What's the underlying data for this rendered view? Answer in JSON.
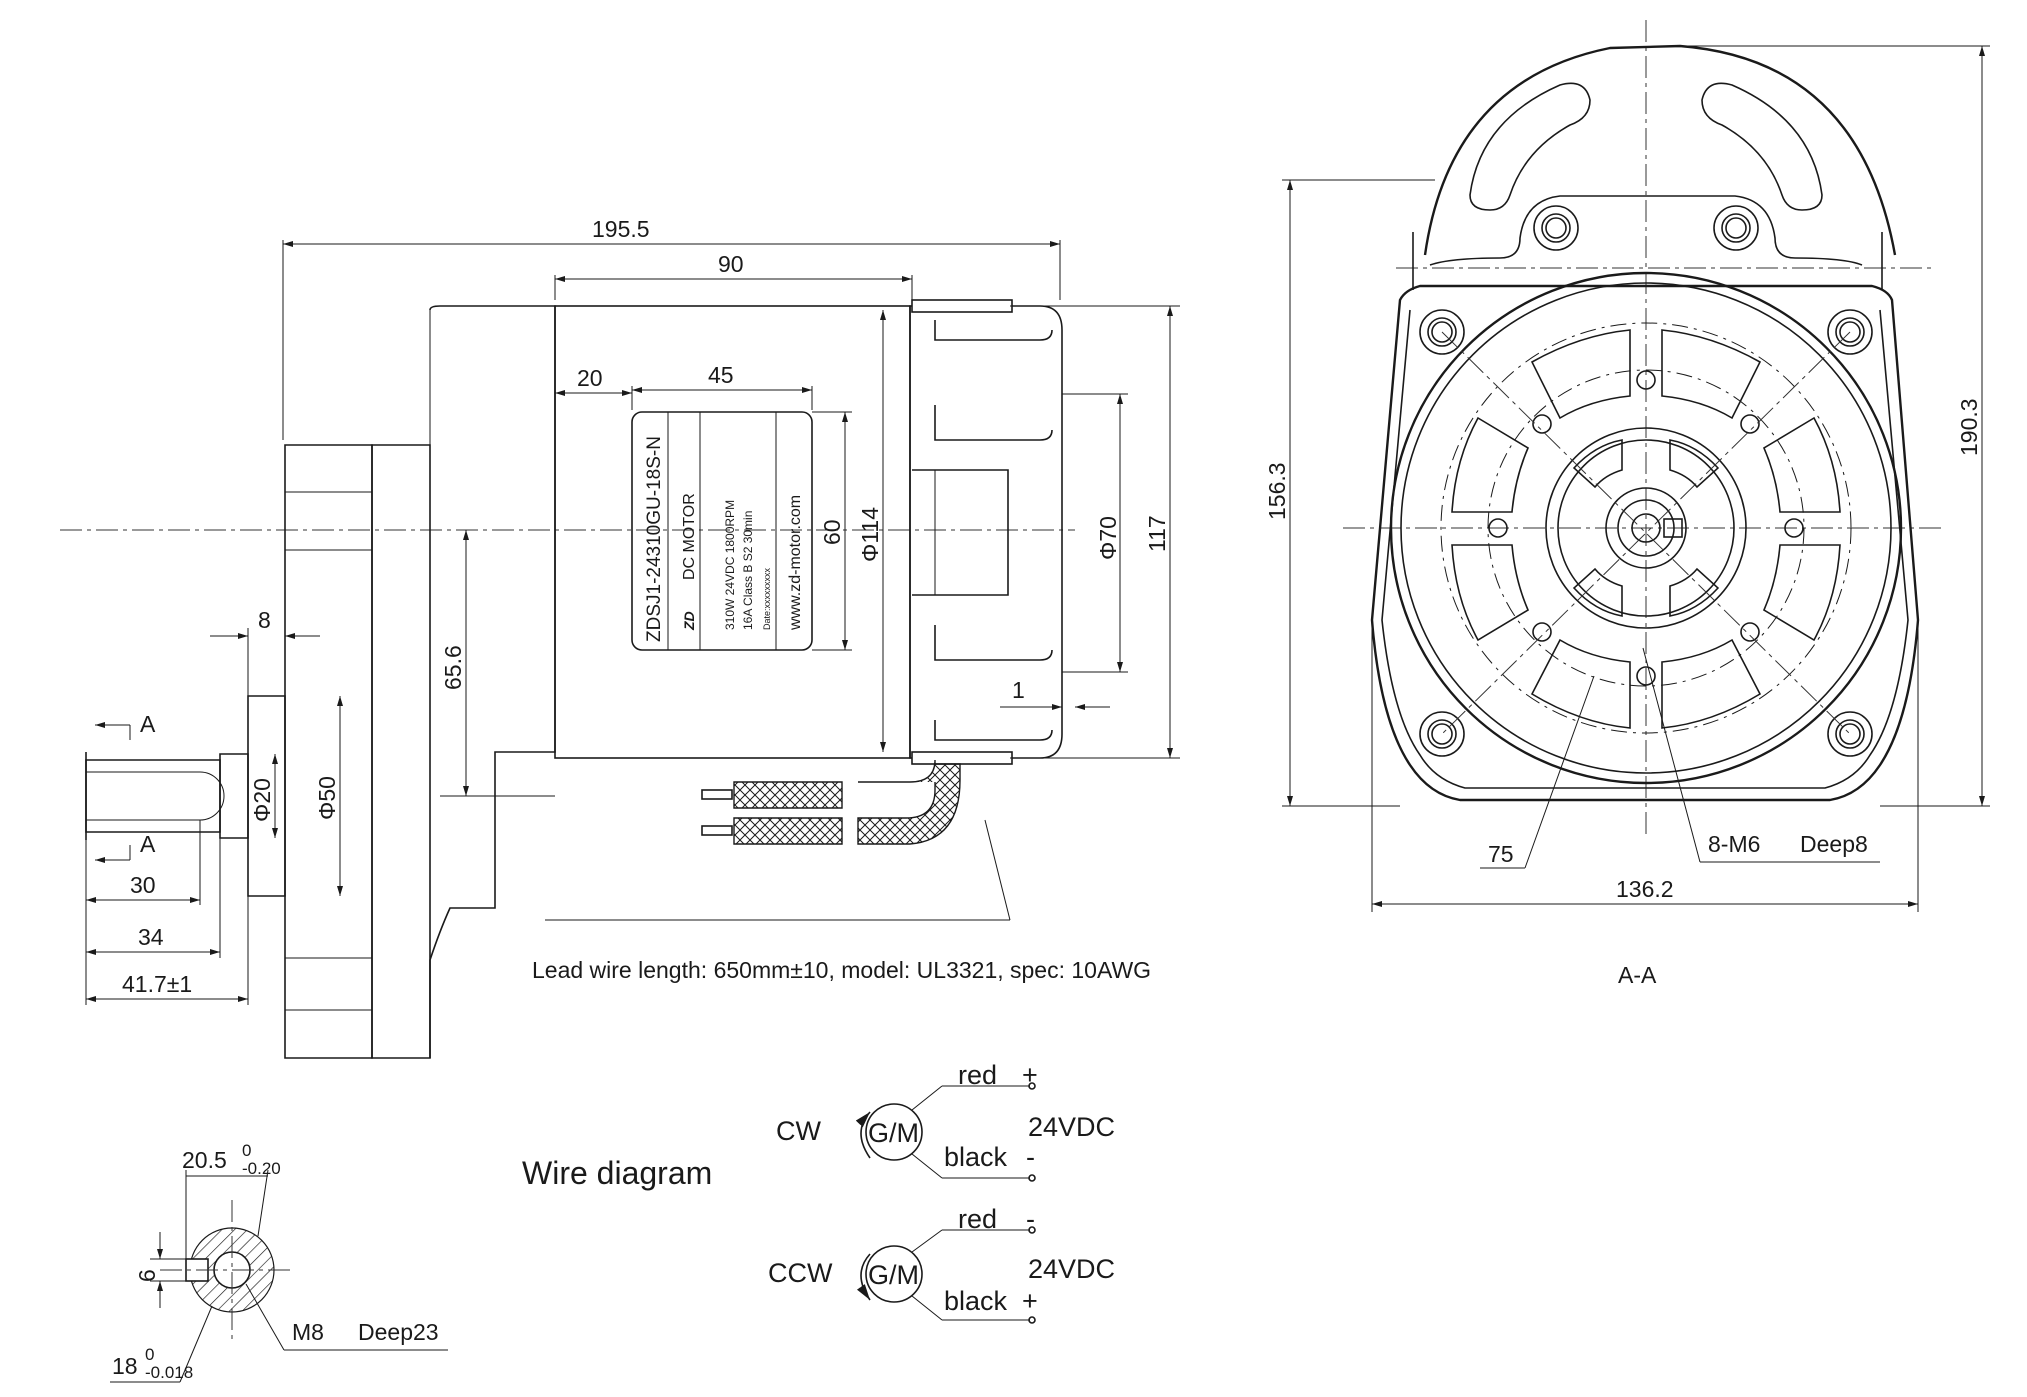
{
  "side_view": {
    "dimensions": {
      "overall_length": "195.5",
      "motor_length": "90",
      "label_offset": "20",
      "label_width": "45",
      "label_height": "60",
      "motor_dia": "Φ114",
      "end_cap_dia": "Φ70",
      "overall_height": "117",
      "shaft_center_height": "65.6",
      "flange_thickness": "8",
      "end_cap_gap": "1",
      "shaft_dia": "Φ20",
      "boss_dia": "Φ50",
      "key_length": "30",
      "shaft_length": "34",
      "shaft_total": "41.7±1"
    },
    "section_marks": [
      "A",
      "A"
    ],
    "nameplate": {
      "model": "ZDSJ1-24310GU-18S-N",
      "title": "DC  MOTOR",
      "line1": "310W   24VDC   1800RPM",
      "line2": "16A    Class B   S2  30min",
      "line3": "Date:xxxxxxxxx",
      "website": "www.zd-motor.com",
      "logo_text": "ZD"
    },
    "lead_wire_note": "Lead wire length: 650mm±10, model: UL3321, spec: 10AWG"
  },
  "front_view": {
    "dimensions": {
      "height_mount": "156.3",
      "height_total": "190.3",
      "width": "136.2",
      "pcd": "75",
      "thread": "8-M6",
      "thread_depth": "Deep8"
    },
    "section_label": "A-A"
  },
  "shaft_section": {
    "width_dim": "20.5",
    "width_tol_upper": "0",
    "width_tol_lower": "-0.20",
    "key_dim": "6",
    "dia_dim": "18",
    "dia_tol_upper": "0",
    "dia_tol_lower": "-0.018",
    "thread": "M8",
    "thread_depth": "Deep23"
  },
  "wire_diagram": {
    "title": "Wire diagram",
    "cw": {
      "label": "CW",
      "symbol": "G/M",
      "top_wire": "red",
      "top_sign": "+",
      "bottom_wire": "black",
      "bottom_sign": "-",
      "voltage": "24VDC"
    },
    "ccw": {
      "label": "CCW",
      "symbol": "G/M",
      "top_wire": "red",
      "top_sign": "-",
      "bottom_wire": "black",
      "bottom_sign": "+",
      "voltage": "24VDC"
    }
  }
}
